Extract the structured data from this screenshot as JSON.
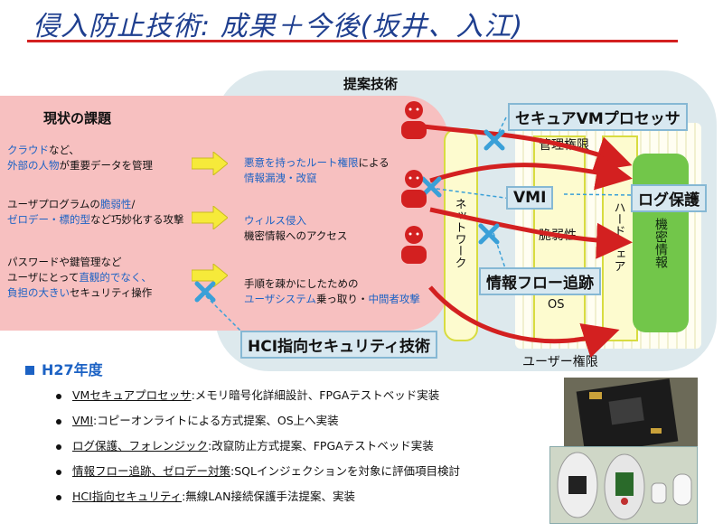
{
  "title": "侵入防止技術: 成果＋今後(坂井、入江)",
  "proposal": {
    "label": "提案技術"
  },
  "current": {
    "label": "現状の課題",
    "issues": [
      {
        "line1a": "クラウド",
        "line1b": "など、",
        "line2a": "外部の人物",
        "line2b": "が重要データを管理"
      },
      {
        "line1a": "ユーザプログラムの",
        "line1b": "脆弱性",
        "line1c": "/",
        "line2a": "ゼロデー・標的型",
        "line2b": "など巧妙化する攻撃"
      },
      {
        "line1": "パスワードや鍵管理など",
        "line2a": "ユーザにとって",
        "line2b": "直観的でなく、",
        "line3a": "負担の大きい",
        "line3b": "セキュリティ操作"
      }
    ],
    "threats": [
      {
        "line1a": "悪意を持ったルート権限",
        "line1b": "による",
        "line2": "情報漏洩・改竄"
      },
      {
        "line1": "ウィルス侵入",
        "line2": "機密情報へのアクセス"
      },
      {
        "line1": "手順を疎かにしたための",
        "line2a": "ユーザシステム",
        "line2b": "乗っ取り・",
        "line2c": "中間者攻撃"
      }
    ]
  },
  "arch": {
    "network": "ネットワーク",
    "os": "OS",
    "hardware": "ハードウェア",
    "confidential": "機密情報",
    "admin_priv": "管理権限",
    "vulnerability": "脆弱性",
    "user_priv": "ユーザー権限"
  },
  "callouts": {
    "secure_vm": "セキュアVMプロセッサ",
    "vmi": "VMI",
    "log": "ログ保護",
    "infoflow": "情報フロー追跡",
    "hci": "HCI指向セキュリティ技術"
  },
  "h27": {
    "heading": "H27年度",
    "items": [
      {
        "name": "VMセキュアプロセッサ",
        "desc": ":メモリ暗号化詳細設計、FPGAテストベッド実装"
      },
      {
        "name": "VMI",
        "desc": ":コピーオンライトによる方式提案、OS上へ実装"
      },
      {
        "name": "ログ保護、フォレンジック",
        "desc": ":改竄防止方式提案、FPGAテストベッド実装"
      },
      {
        "name": "情報フロー追跡、ゼロデー対策",
        "desc": ":SQLインジェクションを対象に評価項目検討"
      },
      {
        "name": "HCI指向セキュリティ",
        "desc": ":無線LAN接続保護手法提案、実装"
      }
    ]
  },
  "colors": {
    "title": "#1f3f8f",
    "accent_red": "#d32020",
    "blue_text": "#1c62c4",
    "pink": "#f7c0c0",
    "green": "#72c64a"
  }
}
